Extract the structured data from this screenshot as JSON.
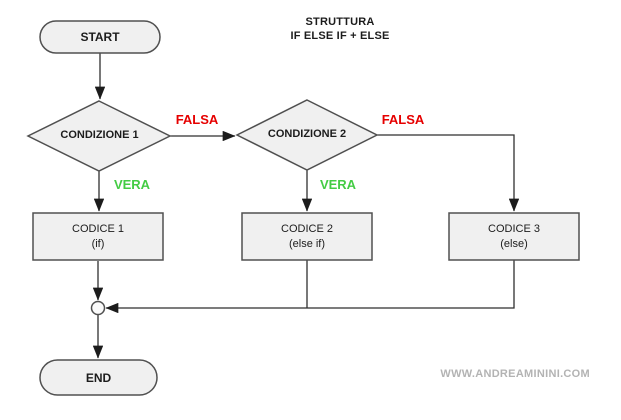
{
  "title": {
    "line1": "STRUTTURA",
    "line2": "IF ELSE IF + ELSE"
  },
  "nodes": {
    "start": {
      "label": "START"
    },
    "condition1": {
      "label": "CONDIZIONE 1"
    },
    "condition2": {
      "label": "CONDIZIONE 2"
    },
    "code1": {
      "label": "CODICE 1",
      "sublabel": "(if)"
    },
    "code2": {
      "label": "CODICE 2",
      "sublabel": "(else if)"
    },
    "code3": {
      "label": "CODICE 3",
      "sublabel": "(else)"
    },
    "end": {
      "label": "END"
    }
  },
  "edges": {
    "condition1_false": {
      "label": "FALSA"
    },
    "condition1_true": {
      "label": "VERA"
    },
    "condition2_false": {
      "label": "FALSA"
    },
    "condition2_true": {
      "label": "VERA"
    }
  },
  "watermark": "WWW.ANDREAMININI.COM",
  "colors": {
    "false_branch": "#e60000",
    "true_branch": "#44cc44",
    "shape_fill": "#f0f0f0",
    "shape_border": "#505050",
    "connector": "#2f2f2f",
    "watermark": "#b3b3b3"
  }
}
